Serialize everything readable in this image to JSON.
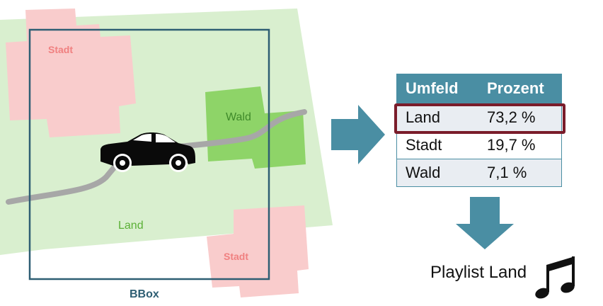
{
  "map": {
    "labels": {
      "city_top": "Stadt",
      "forest": "Wald",
      "land": "Land",
      "city_bottom": "Stadt",
      "bbox": "BBox"
    },
    "colors": {
      "land": "#d9efcf",
      "city": "#f9cccc",
      "forest": "#8ed468",
      "road": "#a7a7a7",
      "bbox": "#2e5e73",
      "arrow": "#4a8ea3"
    },
    "icons": [
      "car-icon",
      "arrow-right-icon",
      "arrow-down-icon",
      "music-note-icon"
    ]
  },
  "table": {
    "headers": [
      "Umfeld",
      "Prozent"
    ],
    "rows": [
      {
        "umfeld": "Land",
        "prozent": "73,2 %"
      },
      {
        "umfeld": "Stadt",
        "prozent": "19,7 %"
      },
      {
        "umfeld": "Wald",
        "prozent": "7,1 %"
      }
    ],
    "highlight_color": "#7a1c2a"
  },
  "result": {
    "label": "Playlist Land"
  }
}
